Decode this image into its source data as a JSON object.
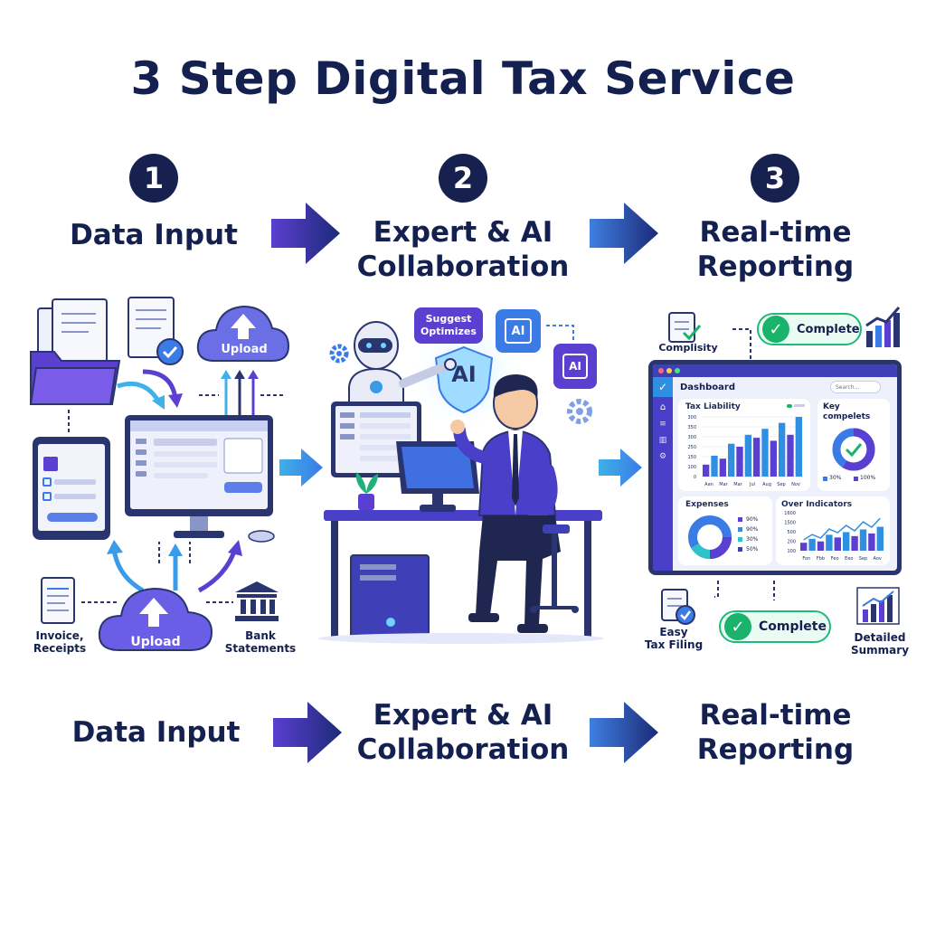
{
  "title": "3 Step Digital Tax Service",
  "steps": [
    {
      "number": "1",
      "label": "Data Input"
    },
    {
      "number": "2",
      "label_line1": "Expert & AI",
      "label_line2": "Collaboration"
    },
    {
      "number": "3",
      "label_line1": "Real-time",
      "label_line2": "Reporting"
    }
  ],
  "panel1": {
    "upload_top": "Upload",
    "upload_bottom": "Upload",
    "invoice_label_line1": "Invoice,",
    "invoice_label_line2": "Receipts",
    "bank_label_line1": "Bank",
    "bank_label_line2": "Statements"
  },
  "panel2": {
    "bubble_line1": "Suggest",
    "bubble_line2": "Optimizes",
    "ai_center": "AI",
    "ai_chip1": "AI",
    "ai_chip2": "AI"
  },
  "panel3": {
    "complisity": "Complisity",
    "complete_top": "Complete",
    "complete_bottom": "Complete",
    "dashboard_title": "Dashboard",
    "search_placeholder": "Search...",
    "tax_liability": "Tax Liability",
    "key_title_line1": "Key",
    "key_title_line2": "compelets",
    "key_pct1": "30%",
    "key_pct2": "100%",
    "expenses": "Expenses",
    "over_indicators": "Over Indicators",
    "easy_line1": "Easy",
    "easy_line2": "Tax Filing",
    "detailed_line1": "Detailed",
    "detailed_line2": "Summary",
    "tax_y_ticks": [
      "300",
      "350",
      "300",
      "250",
      "150",
      "100",
      "0"
    ],
    "tax_x_ticks": [
      "Aan",
      "Mar",
      "Mar",
      "Jul",
      "Aug",
      "Sep",
      "Nov"
    ],
    "tax_bar_levels": [
      0.2,
      0.35,
      0.3,
      0.55,
      0.5,
      0.7,
      0.65,
      0.8,
      0.6,
      0.9,
      0.7,
      1.0
    ],
    "expense_legend": [
      "90%",
      "90%",
      "30%",
      "50%"
    ],
    "over_y_ticks": [
      "1600",
      "1500",
      "500",
      "200",
      "100"
    ],
    "over_x_ticks": [
      "Fon",
      "Fbb",
      "Feo",
      "Eeo",
      "Sep",
      "Aov"
    ],
    "over_bar_levels": [
      0.3,
      0.45,
      0.35,
      0.6,
      0.5,
      0.7,
      0.55,
      0.8,
      0.65,
      0.9
    ]
  },
  "bottom_labels": [
    {
      "label": "Data Input"
    },
    {
      "line1": "Expert & AI",
      "line2": "Collaboration"
    },
    {
      "line1": "Real-time",
      "line2": "Reporting"
    }
  ],
  "colors": {
    "navy": "#14204f",
    "purple": "#5b3fd0",
    "blue": "#2f8fe0",
    "green": "#19b36b"
  }
}
